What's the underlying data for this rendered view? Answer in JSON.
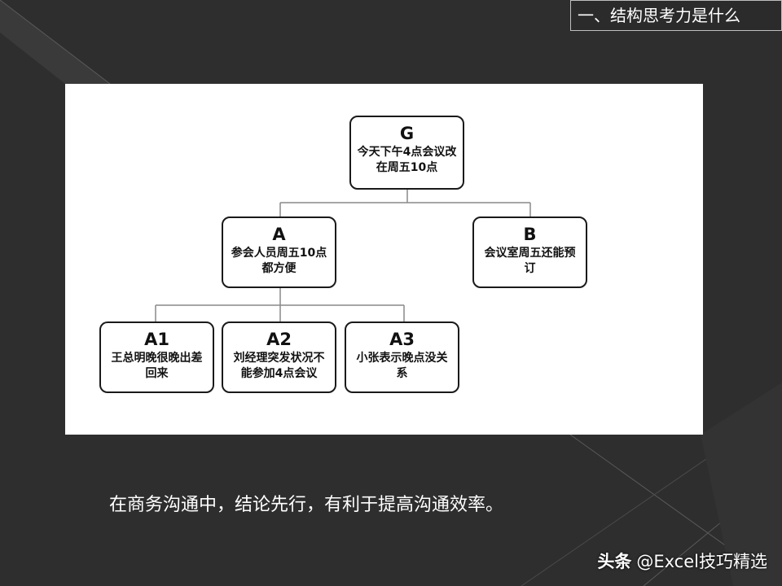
{
  "header": {
    "title": "一、结构思考力是什么"
  },
  "diagram": {
    "root": {
      "code": "G",
      "text": "今天下午4点会议改在周五10点"
    },
    "level1": [
      {
        "code": "A",
        "text": "参会人员周五10点都方便"
      },
      {
        "code": "B",
        "text": "会议室周五还能预订"
      }
    ],
    "level2": [
      {
        "code": "A1",
        "text": "王总明晚很晚出差回来"
      },
      {
        "code": "A2",
        "text": "刘经理突发状况不能参加4点会议"
      },
      {
        "code": "A3",
        "text": "小张表示晚点没关系"
      }
    ]
  },
  "caption": "在商务沟通中，结论先行，有利于提高沟通效率。",
  "watermark": {
    "brand": "头条",
    "handle": "@Excel技巧精选"
  },
  "colors": {
    "background": "#2e2e2e",
    "panel": "#ffffff",
    "node_border": "#1a1a1a",
    "connector": "#888888"
  }
}
